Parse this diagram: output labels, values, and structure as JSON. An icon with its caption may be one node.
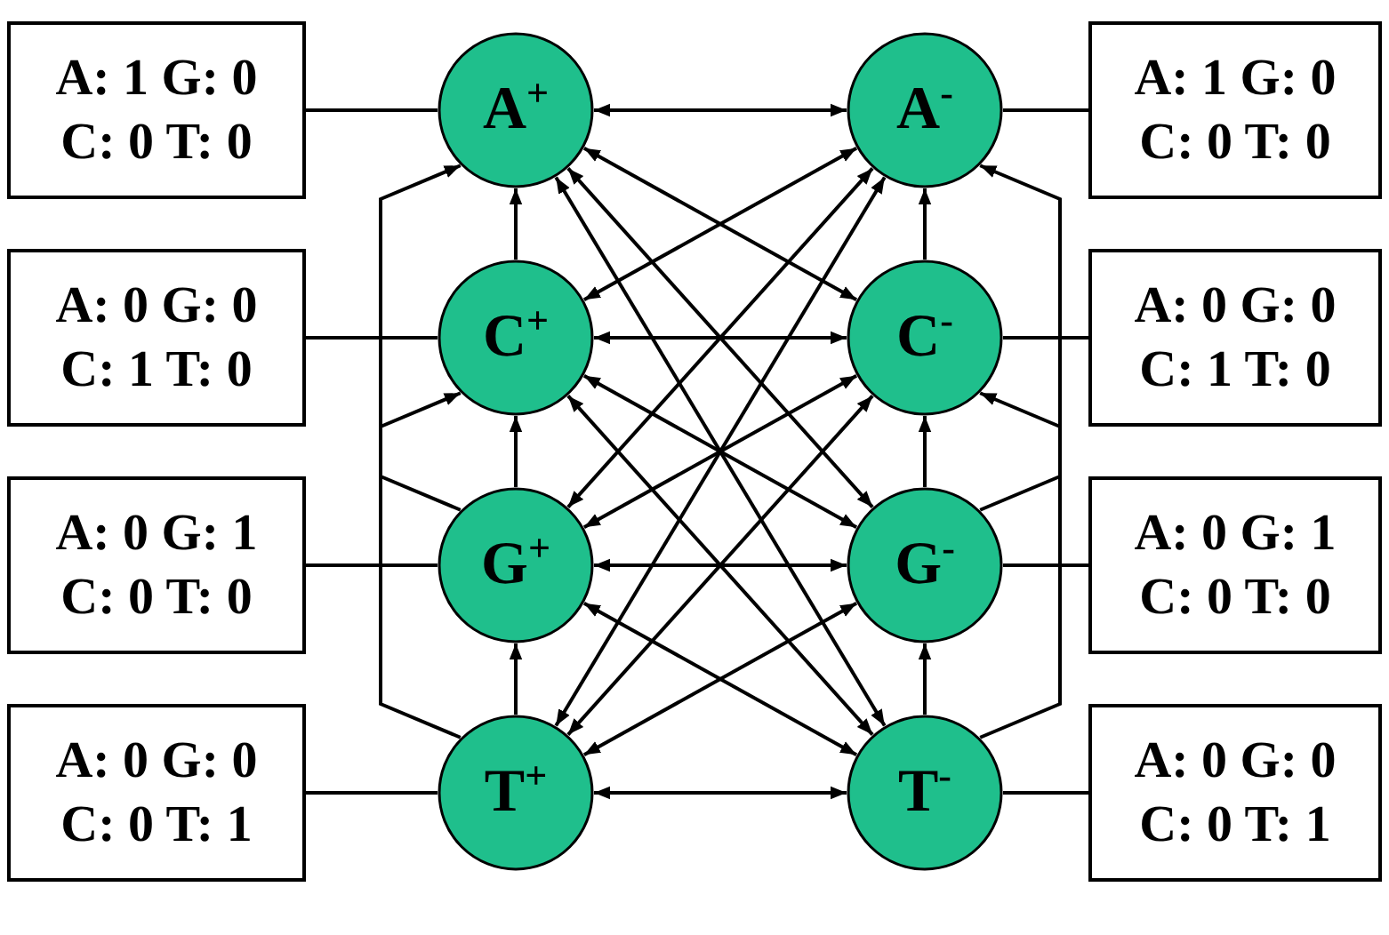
{
  "diagram": {
    "nodes": [
      {
        "text": [
          "A: 1 G: 0",
          "C: 0 T: 0"
        ]
      },
      {
        "text": [
          "A$^{+}$"
        ]
      },
      {
        "text": [
          "A$^{-}$"
        ]
      },
      {
        "text": [
          "A: 1 G: 0",
          "C: 0 T: 0"
        ]
      },
      {
        "text": [
          "A: 0 G: 0",
          "C: 1 T: 0"
        ]
      },
      {
        "text": [
          "C$^{+}$"
        ]
      },
      {
        "text": [
          "C$^{-}$"
        ]
      },
      {
        "text": [
          "A: 0 G: 0",
          "C: 1 T: 0"
        ]
      },
      {
        "text": [
          "A: 0 G: 1",
          "C: 0 T: 0"
        ]
      },
      {
        "text": [
          "G$^{+}$"
        ]
      },
      {
        "text": [
          "G$^{-}$"
        ]
      },
      {
        "text": [
          "A: 0 G: 1",
          "C: 0 T: 0"
        ]
      },
      {
        "text": [
          "A: 0 G: 0",
          "C: 0 T: 1"
        ]
      },
      {
        "text": [
          "T$^{+}$"
        ]
      },
      {
        "text": [
          "T$^{-}$"
        ]
      },
      {
        "text": [
          "A: 0 G: 0",
          "C: 0 T: 1"
        ]
      }
    ],
    "edges": [
      {
        "from": 0,
        "to": 1,
        "arrow": "none"
      },
      {
        "from": 2,
        "to": 3,
        "arrow": "none"
      },
      {
        "from": 4,
        "to": 5,
        "arrow": "none"
      },
      {
        "from": 6,
        "to": 7,
        "arrow": "none"
      },
      {
        "from": 8,
        "to": 9,
        "arrow": "none"
      },
      {
        "from": 10,
        "to": 11,
        "arrow": "none"
      },
      {
        "from": 12,
        "to": 13,
        "arrow": "none"
      },
      {
        "from": 14,
        "to": 15,
        "arrow": "none"
      },
      {
        "from": 1,
        "to": 2,
        "arrow": "both"
      },
      {
        "from": 1,
        "to": 6,
        "arrow": "both"
      },
      {
        "from": 1,
        "to": 10,
        "arrow": "both"
      },
      {
        "from": 1,
        "to": 14,
        "arrow": "both"
      },
      {
        "from": 5,
        "to": 2,
        "arrow": "both"
      },
      {
        "from": 5,
        "to": 6,
        "arrow": "both"
      },
      {
        "from": 5,
        "to": 10,
        "arrow": "both"
      },
      {
        "from": 5,
        "to": 14,
        "arrow": "both"
      },
      {
        "from": 9,
        "to": 2,
        "arrow": "both"
      },
      {
        "from": 9,
        "to": 6,
        "arrow": "both"
      },
      {
        "from": 9,
        "to": 10,
        "arrow": "both"
      },
      {
        "from": 9,
        "to": 14,
        "arrow": "both"
      },
      {
        "from": 13,
        "to": 2,
        "arrow": "both"
      },
      {
        "from": 13,
        "to": 6,
        "arrow": "both"
      },
      {
        "from": 13,
        "to": 10,
        "arrow": "both"
      },
      {
        "from": 13,
        "to": 14,
        "arrow": "both"
      },
      {
        "from": 5,
        "to": 1,
        "arrow": "to"
      },
      {
        "from": 9,
        "to": 1,
        "arrow": "to"
      },
      {
        "from": 9,
        "to": 5,
        "arrow": "to"
      },
      {
        "from": 13,
        "to": 5,
        "arrow": "to"
      },
      {
        "from": 13,
        "to": 9,
        "arrow": "to"
      },
      {
        "from": 6,
        "to": 2,
        "arrow": "to"
      },
      {
        "from": 10,
        "to": 2,
        "arrow": "to"
      },
      {
        "from": 10,
        "to": 6,
        "arrow": "to"
      },
      {
        "from": 14,
        "to": 6,
        "arrow": "to"
      },
      {
        "from": 14,
        "to": 10,
        "arrow": "to"
      }
    ]
  }
}
